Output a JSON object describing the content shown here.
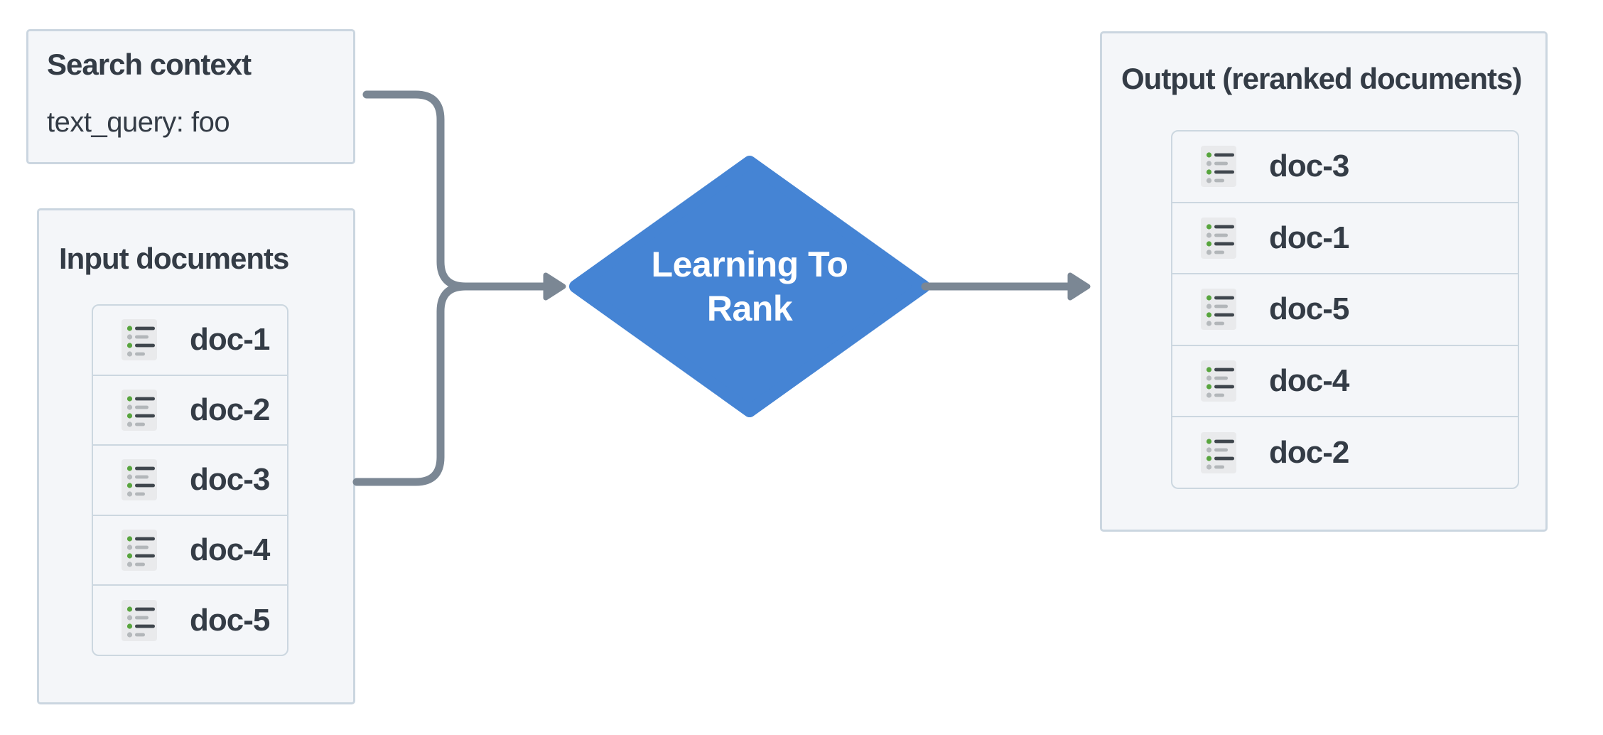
{
  "diagram": {
    "search_context": {
      "title": "Search context",
      "query_line": "text_query: foo"
    },
    "input_documents": {
      "title": "Input documents",
      "items": [
        "doc-1",
        "doc-2",
        "doc-3",
        "doc-4",
        "doc-5"
      ]
    },
    "ranker": {
      "label": "Learning To Rank",
      "label_line_1": "Learning To",
      "label_line_2": "Rank"
    },
    "output_documents": {
      "title": "Output (reranked documents)",
      "items": [
        "doc-3",
        "doc-1",
        "doc-5",
        "doc-4",
        "doc-2"
      ]
    }
  },
  "icons": {
    "doc_item_icon": "document-list-icon"
  },
  "colors": {
    "accent_blue": "#4584d4",
    "arrow_gray": "#7b8794",
    "box_fill": "#f4f6f9",
    "box_border": "#cbd6e0",
    "card_border": "#ccd7e0",
    "text_dark": "#343c46",
    "icon_bg": "#e9eaec",
    "icon_line_dark": "#3f464d",
    "icon_line_gray": "#b2b6b9",
    "icon_dot_green": "#58a53e",
    "icon_dot_gray": "#b5b9bc",
    "diamond_text": "#ffffff"
  }
}
